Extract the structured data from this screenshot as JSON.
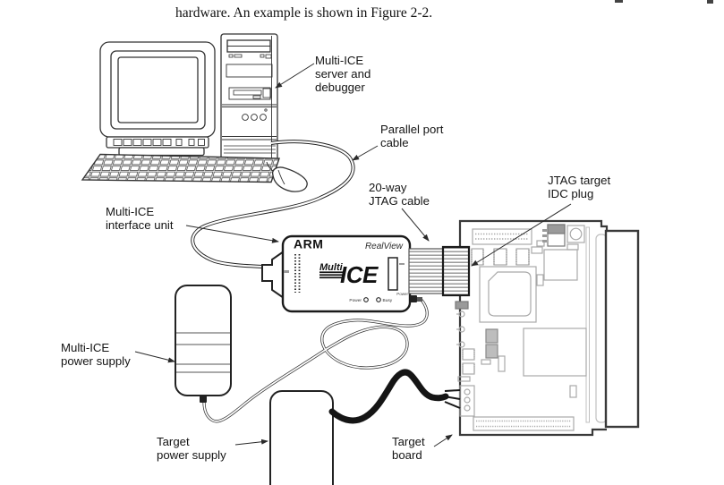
{
  "heading": {
    "text": "hardware. An example is shown in Figure 2-2."
  },
  "figure": {
    "labels": {
      "server_debugger": [
        "Multi-ICE",
        "server and",
        "debugger"
      ],
      "parallel_cable": [
        "Parallel port",
        "cable"
      ],
      "jtag_cable": [
        "20-way",
        "JTAG cable"
      ],
      "idc_plug": [
        "JTAG target",
        "IDC plug"
      ],
      "interface_unit": [
        "Multi-ICE",
        "interface unit"
      ],
      "ice_power_supply": [
        "Multi-ICE",
        "power supply"
      ],
      "target_power_supply": [
        "Target",
        "power supply"
      ],
      "target_board": [
        "Target",
        "board"
      ]
    },
    "interface_unit": {
      "brand": "ARM",
      "family": "RealView",
      "logo": {
        "multi": "Multi",
        "ice": "ICE"
      },
      "leds": {
        "power": "Power",
        "busy": "Busy"
      },
      "power_port_label": "Power"
    },
    "colors": {
      "ink": "#222222",
      "board_outline": "#3a3a3a",
      "component_gray": "#a9a9a9",
      "label_text": "#141414"
    }
  }
}
